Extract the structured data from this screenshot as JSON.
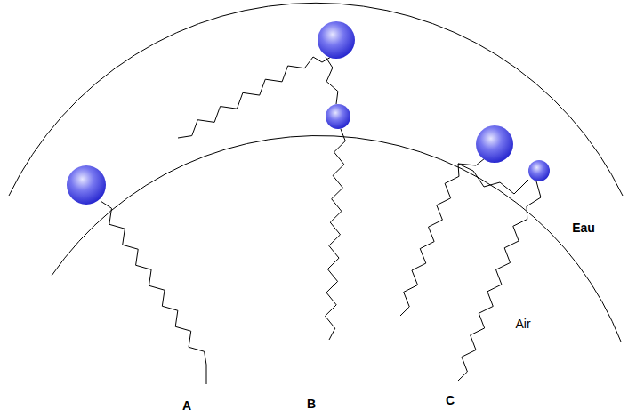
{
  "diagram": {
    "labels": [
      "A",
      "B",
      "C",
      "Eau",
      "Air"
    ]
  }
}
